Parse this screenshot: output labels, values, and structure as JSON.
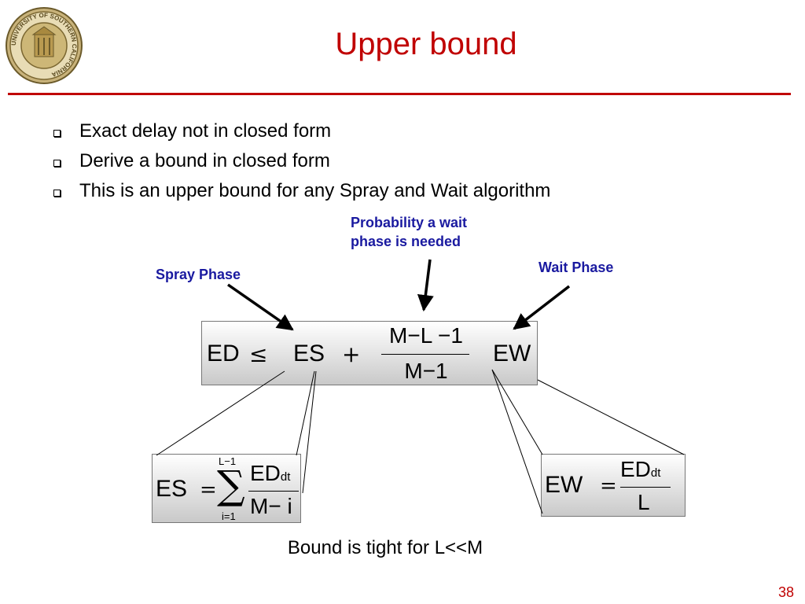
{
  "seal": {
    "text": "UNIVERSITY OF SOUTHERN CALIFORNIA"
  },
  "title": "Upper bound",
  "bullets": [
    "Exact delay not in closed form",
    "Derive a bound in closed form",
    "This is an upper bound for any Spray and Wait algorithm"
  ],
  "callouts": {
    "probability_line1": "Probability a wait",
    "probability_line2": "phase is needed",
    "spray": "Spray Phase",
    "wait": "Wait Phase"
  },
  "main_equation": {
    "lhs": "ED",
    "relation": "≤",
    "es": "ES",
    "plus": "+",
    "numerator": "M−L −1",
    "denominator": "M−1",
    "ew": "EW"
  },
  "es_equation": {
    "lhs": "ES",
    "equals": "=",
    "sigma": "∑",
    "sum_upper": "L−1",
    "sum_lower": "i=1",
    "numerator": "ED",
    "numerator_sub": "dt",
    "denominator": "M− i"
  },
  "ew_equation": {
    "lhs": "EW",
    "equals": "=",
    "numerator": "ED",
    "numerator_sub": "dt",
    "denominator": "L"
  },
  "bound_note": "Bound is tight for L<<M",
  "page_number": "38",
  "colors": {
    "title": "#c00000",
    "callout": "#1a1aa0",
    "rule": "#c00000"
  }
}
